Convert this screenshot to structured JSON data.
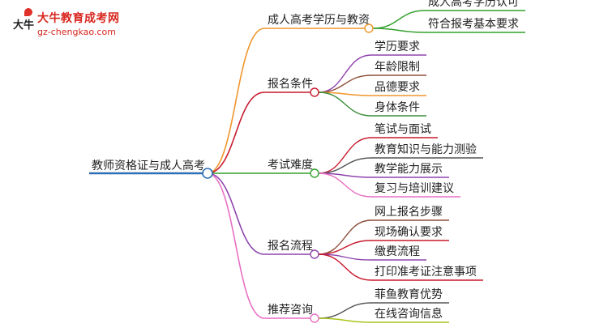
{
  "logo": {
    "mark": "大牛",
    "title": "大牛教育成考网",
    "url": "gz-chengkao.com"
  },
  "mindmap": {
    "root": "教师资格证与成人高考",
    "branches": [
      {
        "label": "成人高考学历与教资",
        "color": "#f0952b",
        "children": [
          {
            "label": "成人高考学历认可",
            "color": "#33a02c"
          },
          {
            "label": "符合报考基本要求",
            "color": "#33a02c"
          }
        ]
      },
      {
        "label": "报名条件",
        "color": "#c8192d",
        "children": [
          {
            "label": "学历要求",
            "color": "#8e44ad"
          },
          {
            "label": "年龄限制",
            "color": "#8d4f3a"
          },
          {
            "label": "品德要求",
            "color": "#f0952b"
          },
          {
            "label": "身体条件",
            "color": "#3a8d3a"
          }
        ]
      },
      {
        "label": "考试难度",
        "color": "#33a02c",
        "children": [
          {
            "label": "笔试与面试",
            "color": "#c8192d"
          },
          {
            "label": "教育知识与能力测验",
            "color": "#555555"
          },
          {
            "label": "教学能力展示",
            "color": "#8e44ad"
          },
          {
            "label": "复习与培训建议",
            "color": "#e86fc2"
          }
        ]
      },
      {
        "label": "报名流程",
        "color": "#8e44ad",
        "children": [
          {
            "label": "网上报名步骤",
            "color": "#8d4f3a"
          },
          {
            "label": "现场确认要求",
            "color": "#c8192d"
          },
          {
            "label": "缴费流程",
            "color": "#8e44ad"
          },
          {
            "label": "打印准考证注意事项",
            "color": "#c8192d"
          }
        ]
      },
      {
        "label": "推荐咨询",
        "color": "#e86fc2",
        "children": [
          {
            "label": "菲鱼教育优势",
            "color": "#555555"
          },
          {
            "label": "在线咨询信息",
            "color": "#a8c418"
          }
        ]
      }
    ]
  }
}
